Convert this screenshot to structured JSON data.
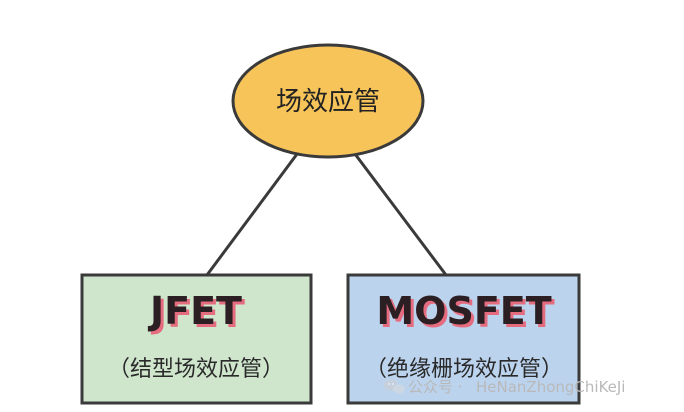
{
  "root": {
    "label": "场效应管",
    "fill": "#F7C45A"
  },
  "children": [
    {
      "title": "JFET",
      "subtitle": "（结型场效应管）",
      "fill": "#CFE6CC"
    },
    {
      "title": "MOSFET",
      "subtitle": "（绝缘栅场效应管）",
      "fill": "#BCD3EE"
    }
  ],
  "watermark": {
    "prefix": "公众号 · ",
    "handle": "HeNanZhongChiKeJi"
  },
  "colors": {
    "outline": "#3A3A3A",
    "title_shadow": "#E56C7E"
  }
}
